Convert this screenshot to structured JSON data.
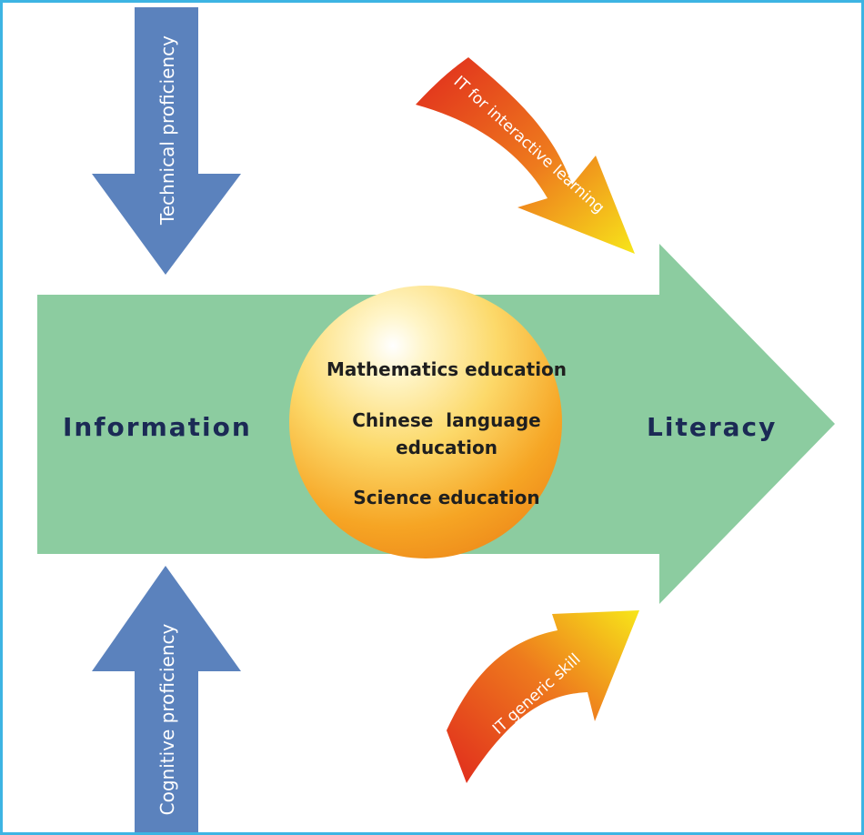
{
  "main_arrow": {
    "left_label": "Information",
    "right_label": "Literacy"
  },
  "center_sphere": {
    "lines": [
      "Mathematics education",
      "Chinese  language",
      "education",
      "Science education"
    ]
  },
  "top_arrow": {
    "label": "Technical proficiency"
  },
  "bottom_arrow": {
    "label": "Cognitive proficiency"
  },
  "upper_curved_arrow": {
    "label": "IT for interactive learning"
  },
  "lower_curved_arrow": {
    "label": "IT generic skill"
  },
  "colors": {
    "frame_border": "#3db4e3",
    "main_arrow_green": "#8ccca0",
    "side_arrow_blue": "#5b82bd",
    "label_navy": "#1b2a55",
    "sphere_orange": "#f5a21c",
    "curve_red": "#e03a1e",
    "curve_yellow": "#f7e21a"
  }
}
